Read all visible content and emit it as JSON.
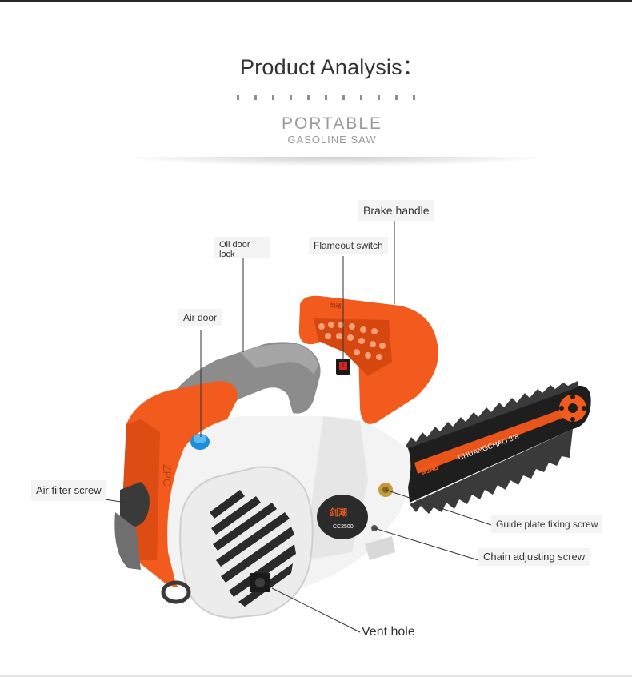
{
  "header": {
    "title": "Product Analysis：",
    "subtitle_main": "PORTABLE",
    "subtitle_sub": "GASOLINE SAW"
  },
  "product": {
    "brand": "剑潮",
    "model": "CC2500",
    "bar_text": "CHUANGCHAO 3/8"
  },
  "callouts": {
    "brake_handle": "Brake handle",
    "oil_door_lock": "Oil door lock",
    "flameout_switch": "Flameout switch",
    "air_door": "Air door",
    "air_filter_screw": "Air filter screw",
    "guide_plate_fixing_screw": "Guide plate fixing screw",
    "chain_adjusting_screw": "Chain adjusting screw",
    "vent_hole": "Vent hole"
  },
  "colors": {
    "orange": "#f25a1e",
    "white_body": "#f3f3f3",
    "gray_handle": "#8c8c8c",
    "bar_dark": "#1e1e1e"
  }
}
